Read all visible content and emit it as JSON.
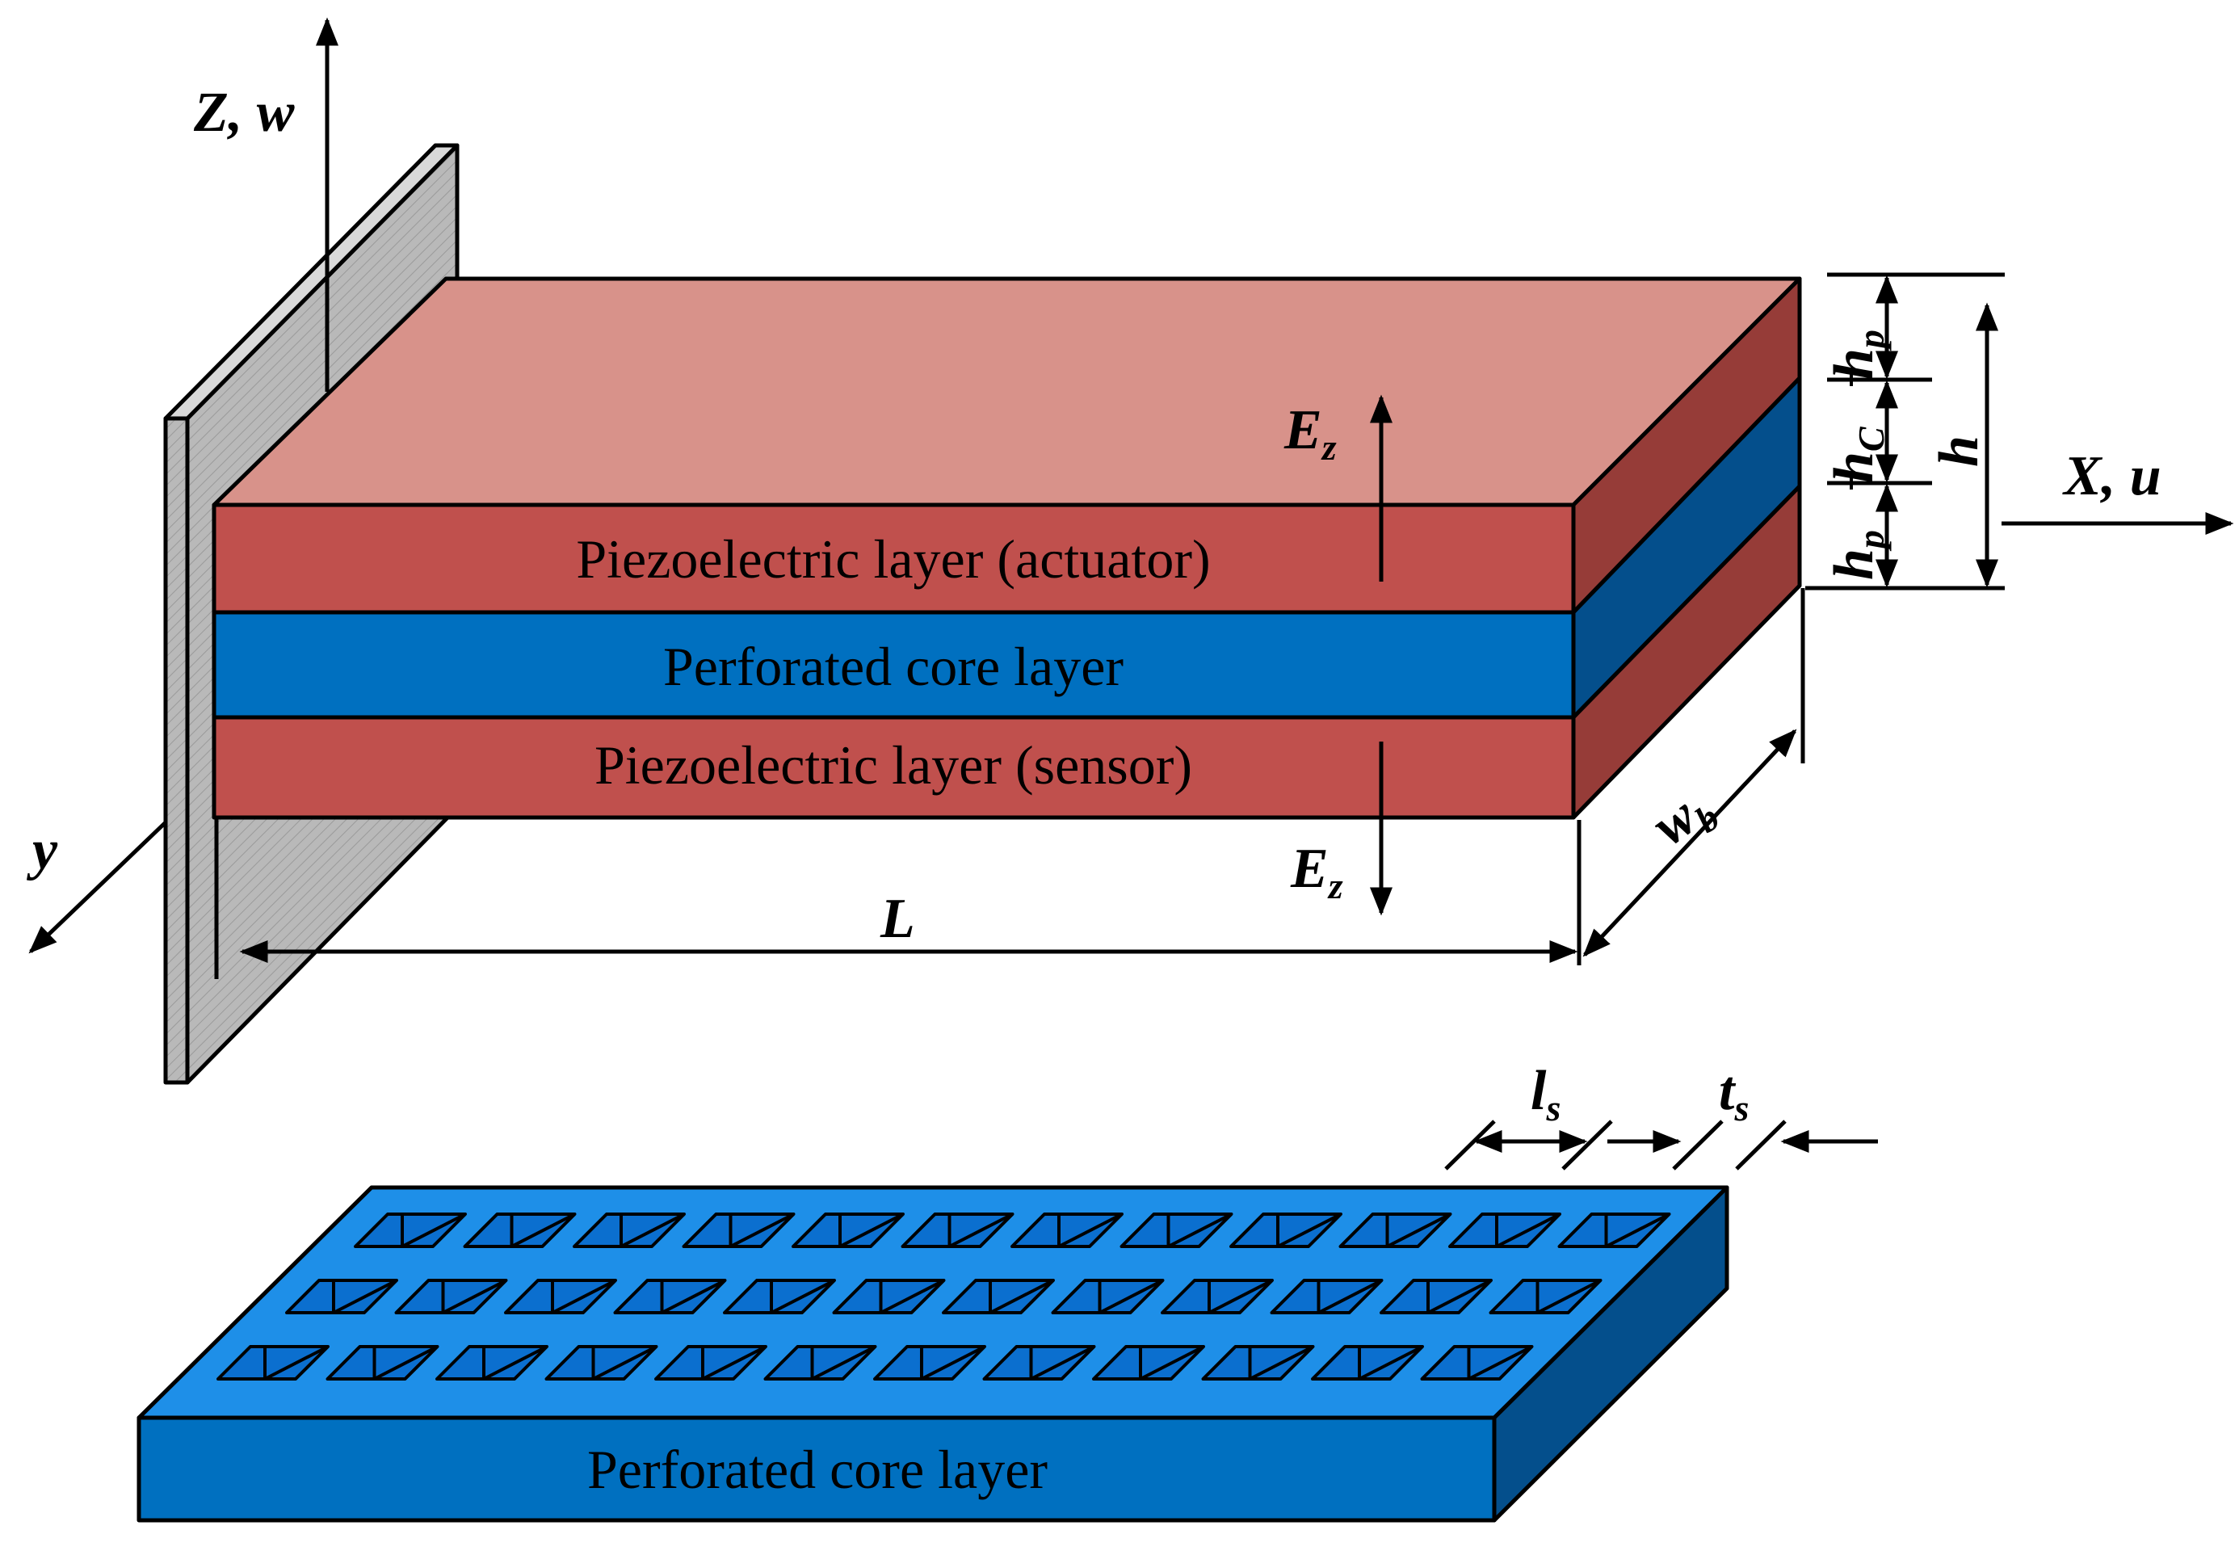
{
  "axes": {
    "z_label": "Z, w",
    "x_label": "X, u",
    "y_label": "y"
  },
  "layers": {
    "actuator_label": "Piezoelectric layer (actuator)",
    "core_label": "Perforated core layer",
    "sensor_label": "Piezoelectric layer (sensor)"
  },
  "field": {
    "top": {
      "main": "E",
      "sub": "z"
    },
    "bottom": {
      "main": "E",
      "sub": "z"
    }
  },
  "dimensions": {
    "length": "L",
    "width": {
      "main": "w",
      "sub": "b"
    },
    "total_thickness": "h",
    "hp_top": {
      "main": "h",
      "sub": "p"
    },
    "hc": {
      "main": "h",
      "sub": "C"
    },
    "hp_bottom": {
      "main": "h",
      "sub": "p"
    },
    "ls": {
      "main": "l",
      "sub": "s"
    },
    "ts": {
      "main": "t",
      "sub": "s"
    }
  },
  "perforated_core": {
    "label": "Perforated core layer",
    "rows": 3,
    "cols": 12
  },
  "colors": {
    "piezo_top": "#d8928a",
    "piezo_front": "#c0504d",
    "piezo_side": "#963c38",
    "core_front": "#0070c0",
    "core_side": "#044f8c",
    "core_top": "#1e8fe8",
    "wall_face": "#b4b4b4",
    "wall_edge": "#ffffff"
  }
}
